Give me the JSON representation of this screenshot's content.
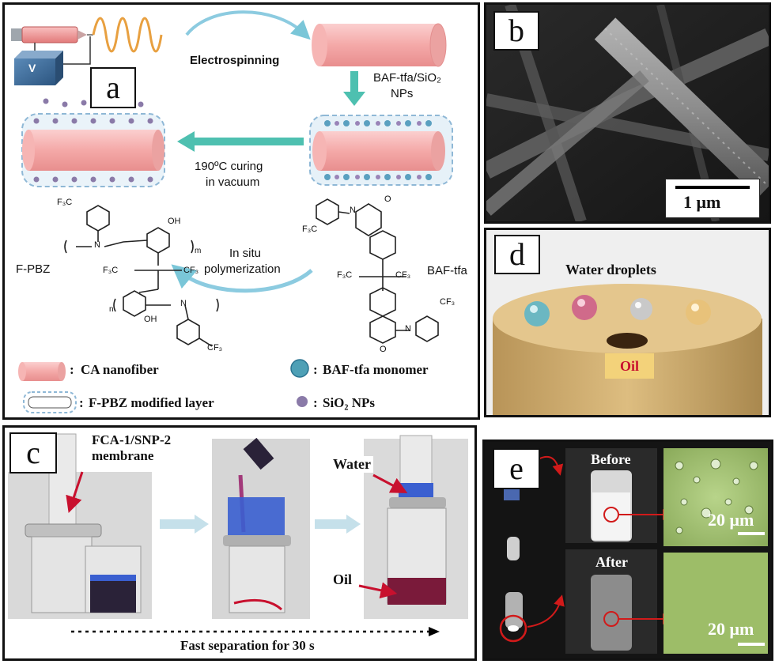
{
  "panel_a": {
    "label": "a",
    "electrospinning": "Electrospinning",
    "voltage_symbol": "V",
    "bafsio_line1": "BAF-tfa/SiO₂",
    "bafsio_line2": "NPs",
    "curing_line1": "190ºC curing",
    "curing_line2": "in vacuum",
    "insitu_line1": "In situ",
    "insitu_line2": "polymerization",
    "fpbz": "F-PBZ",
    "baftfa": "BAF-tfa",
    "chem": {
      "f3c": "F₃C",
      "cf3": "CF₃",
      "oh": "OH",
      "n": "N",
      "o": "O",
      "m": "m",
      "n_sub": "n"
    },
    "legend": {
      "ca": "CA nanofiber",
      "fpbz_layer": "F-PBZ modified layer",
      "baf_monomer": "BAF-tfa monomer",
      "sio2": "SiO₂ NPs",
      "colon": ":"
    }
  },
  "panel_b": {
    "label": "b",
    "scale": "1 μm"
  },
  "panel_c": {
    "label": "c",
    "membrane_line1": "FCA-1/SNP-2",
    "membrane_line2": "membrane",
    "water": "Water",
    "oil": "Oil",
    "fast_sep": "Fast separation for 30 s"
  },
  "panel_d": {
    "label": "d",
    "water_droplets": "Water droplets",
    "oil": "Oil"
  },
  "panel_e": {
    "label": "e",
    "before": "Before",
    "after": "After",
    "scale_top": "20 μm",
    "scale_bottom": "20 μm"
  },
  "colors": {
    "ca_pink": "#f4a9a8",
    "arrow_teal": "#4ec0b0",
    "layer_blue": "#aacde3",
    "sio2_purple": "#8a7aa8",
    "oil_red": "#c8102e",
    "water_blue": "#3a5fd0",
    "sponge": "#d9b979"
  }
}
